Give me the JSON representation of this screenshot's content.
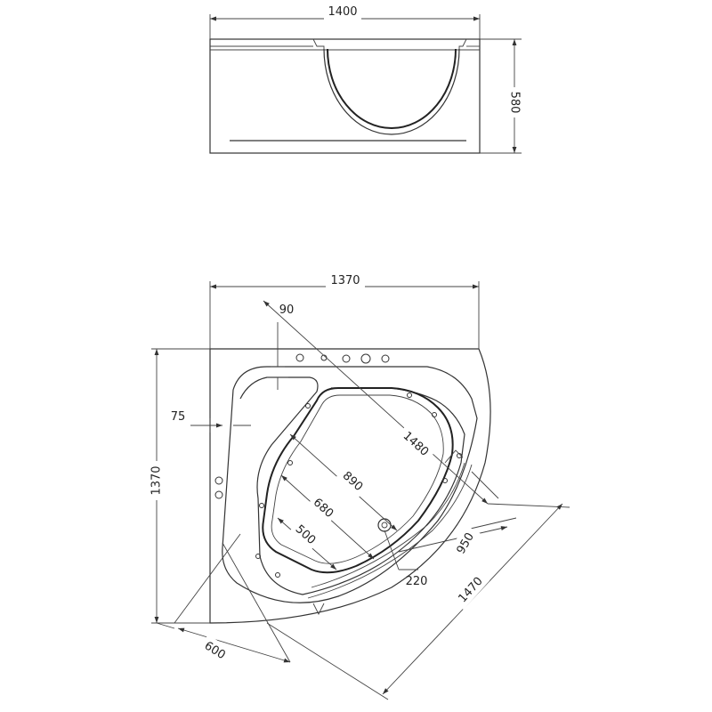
{
  "elevation": {
    "width_label": "1400",
    "height_label": "580"
  },
  "plan": {
    "dims": {
      "top": "1370",
      "left": "1370",
      "d90": "90",
      "d75": "75",
      "d1480": "1480",
      "d890": "890",
      "d680": "680",
      "d500": "500",
      "d950": "950",
      "d220": "220",
      "d1470": "1470",
      "d600": "600"
    }
  }
}
